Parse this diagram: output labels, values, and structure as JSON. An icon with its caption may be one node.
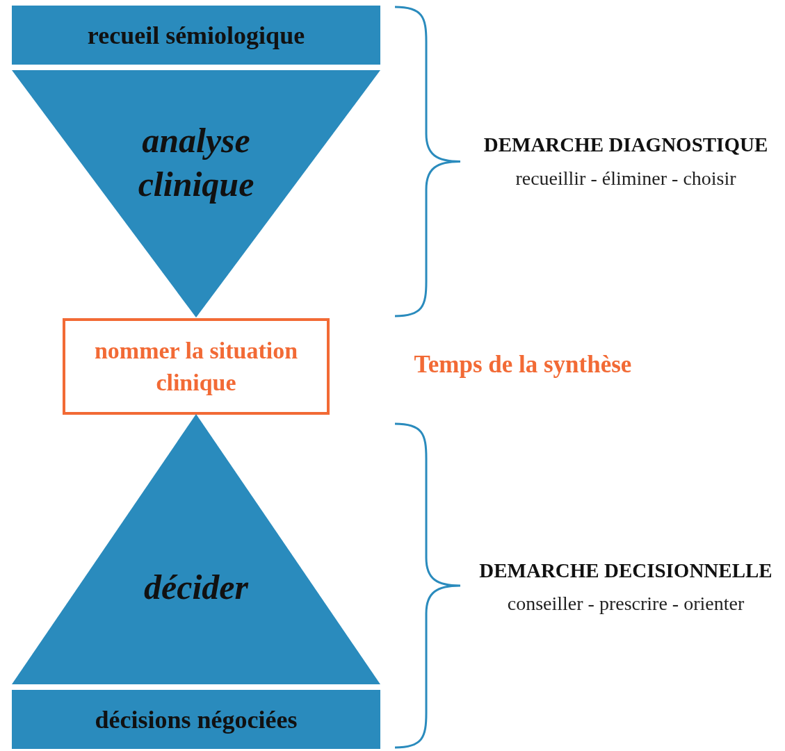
{
  "diagram": {
    "nodes": [
      {
        "text": [
          "recueil sémiologique"
        ]
      },
      {
        "text": [
          "analyse clinique"
        ]
      },
      {
        "text": [
          "nommer la situation clinique"
        ]
      },
      {
        "text": [
          "décider"
        ]
      },
      {
        "text": [
          "décisions négociées"
        ]
      }
    ],
    "labels": [
      "DEMARCHE DIAGNOSTIQUE",
      "recueillir - éliminer - choisir",
      "Temps de la synthèse",
      "DEMARCHE DECISIONNELLE",
      "conseiller - prescrire - orienter"
    ]
  }
}
